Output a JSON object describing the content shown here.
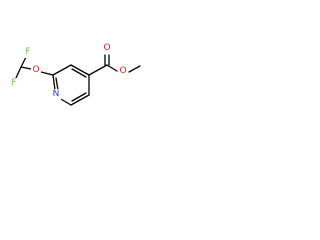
{
  "molecule": {
    "atoms": {
      "F_top": {
        "label": "F"
      },
      "F_bottom": {
        "label": "F"
      },
      "O_ether": {
        "label": "O"
      },
      "N_ring": {
        "label": "N"
      },
      "O_carbonyl": {
        "label": "O"
      },
      "O_ester": {
        "label": "O"
      }
    }
  },
  "colors": {
    "bond": "#000000",
    "fluorine": "#6fbf40",
    "oxygen": "#e0201b",
    "nitrogen": "#2f3ed6"
  }
}
